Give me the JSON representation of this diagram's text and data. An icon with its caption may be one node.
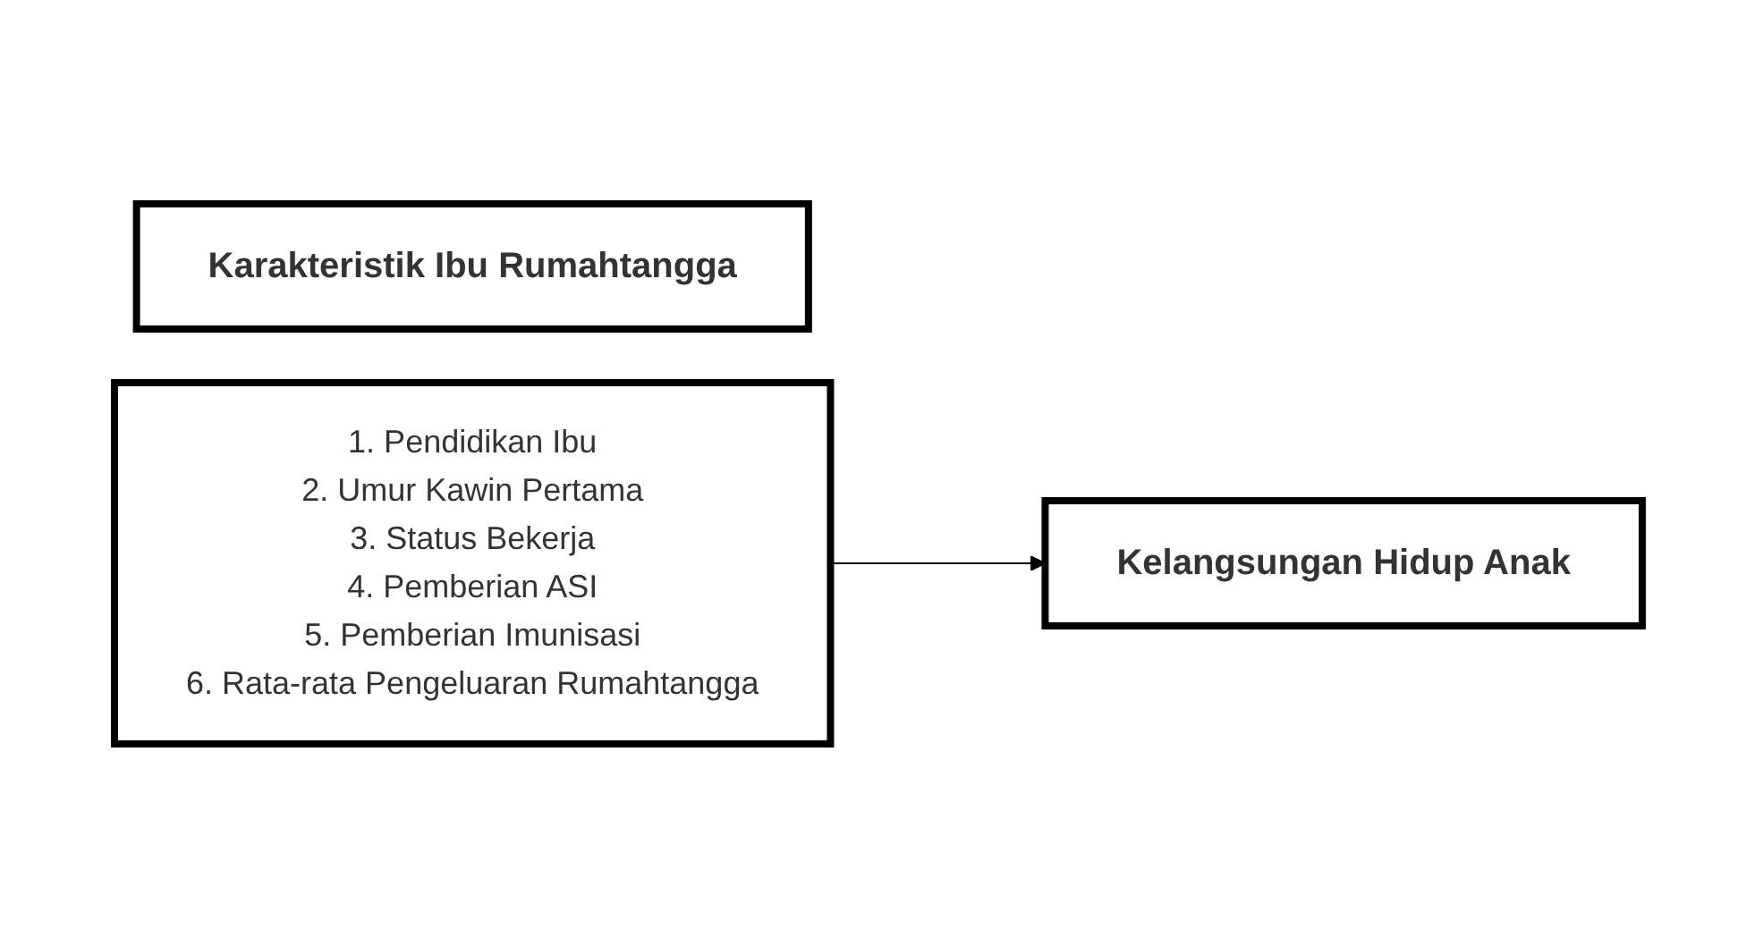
{
  "diagram": {
    "nodes": [
      {
        "text": [
          "Karakteristik Ibu Rumahtangga"
        ]
      },
      {
        "text": [
          "1. Pendidikan Ibu",
          "2. Umur Kawin Pertama",
          "3. Status Bekerja",
          "4. Pemberian ASI",
          "5. Pemberian Imunisasi",
          "6. Rata-rata Pengeluaran Rumahtangga"
        ]
      },
      {
        "text": [
          "Kelangsungan Hidup Anak"
        ]
      }
    ],
    "edges": [
      {
        "from": 1,
        "to": 2,
        "arrow": "to"
      }
    ]
  }
}
